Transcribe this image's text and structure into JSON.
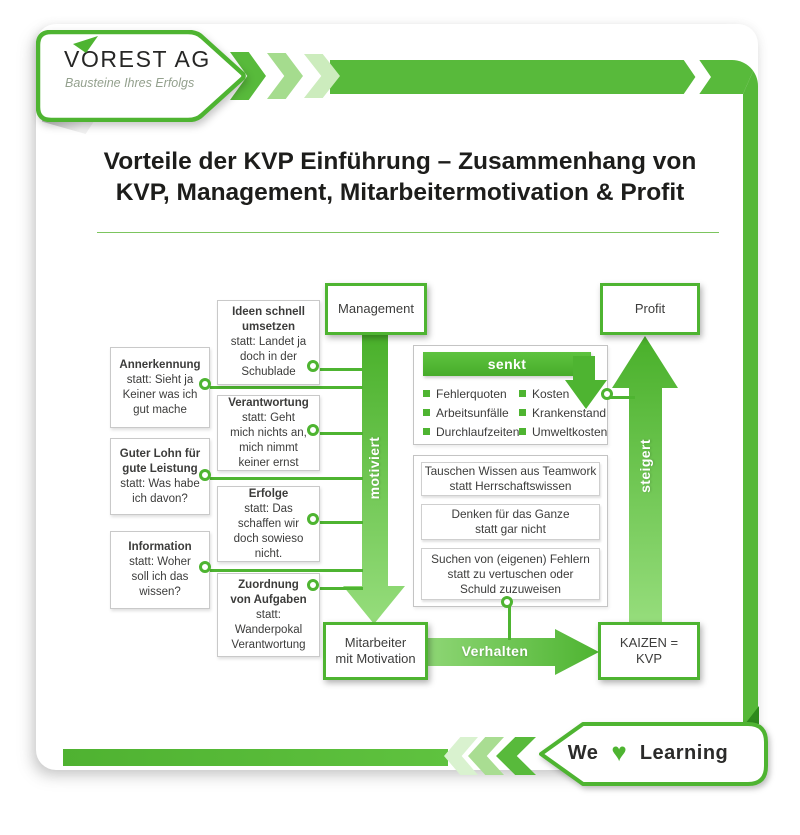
{
  "colors": {
    "green_primary": "#4eb431",
    "green_band": "#58ba3b",
    "green_light": "#a9dd92",
    "green_faint": "#d9f2cf",
    "title_text": "#1d1d1b",
    "body_text": "#3c3c3b",
    "box_border_gray": "#c9c9c9"
  },
  "logo": {
    "company": "VOREST AG",
    "tagline": "Bausteine Ihres Erfolgs"
  },
  "title": {
    "text": "Vorteile der KVP Einführung – Zusammenhang von\nKVP, Management, Mitarbeitermotivation & Profit"
  },
  "diagram": {
    "nodes": {
      "management": "Management",
      "profit": "Profit",
      "mitarbeiter": "Mitarbeiter\nmit Motivation",
      "kaizen": "KAIZEN =\nKVP"
    },
    "arrows": {
      "motiviert": "motiviert",
      "steigert": "steigert",
      "verhalten": "Verhalten"
    },
    "left_boxes": [
      {
        "title": "Annerkennung",
        "body": "statt: Sieht ja\nKeiner was ich\ngut mache"
      },
      {
        "title": "Guter Lohn für\ngute Leistung",
        "body": "statt: Was habe\nich davon?"
      },
      {
        "title": "Information",
        "body": "statt: Woher\nsoll ich das\nwissen?"
      }
    ],
    "mid_boxes": [
      {
        "title": "Ideen schnell\numsetzen",
        "body": "statt: Landet ja\ndoch in der\nSchublade"
      },
      {
        "title": "Verantwortung",
        "body": "statt: Geht\nmich nichts an,\nmich nimmt\nkeiner ernst"
      },
      {
        "title": "Erfolge",
        "body": "statt: Das\nschaffen wir\ndoch sowieso\nnicht."
      },
      {
        "title": "Zuordnung\nvon Aufgaben",
        "body": "statt:\nWanderpokal\nVerantwortung"
      }
    ],
    "senkt": {
      "label": "senkt",
      "col1": [
        "Fehlerquoten",
        "Arbeitsunfälle",
        "Durchlaufzeiten"
      ],
      "col2": [
        "Kosten",
        "Krankenstand",
        "Umweltkosten"
      ]
    },
    "behavior_boxes": [
      "Tauschen Wissen aus Teamwork\nstatt Herrschaftswissen",
      "Denken für das Ganze\nstatt gar nicht",
      "Suchen von (eigenen) Fehlern\nstatt zu vertuschen oder\nSchuld zuzuweisen"
    ]
  },
  "footer": {
    "we": "We",
    "heart": "♥",
    "learning": "Learning"
  }
}
